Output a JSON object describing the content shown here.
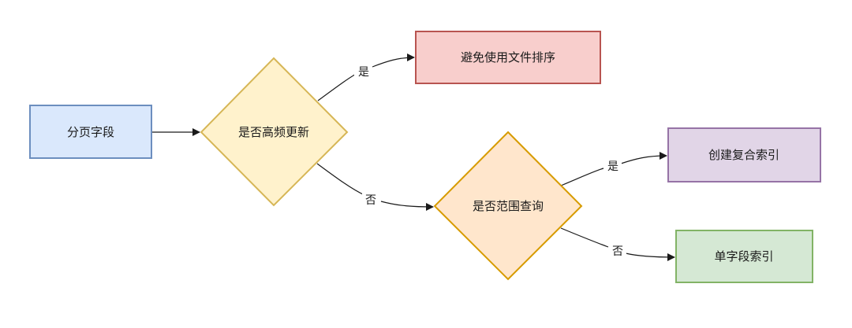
{
  "diagram": {
    "nodes": {
      "start": {
        "label": "分页字段",
        "fill": "#dae8fc",
        "stroke": "#6c8ebf"
      },
      "decision_update": {
        "label": "是否高频更新",
        "fill": "#fff2cc",
        "stroke": "#d6b656"
      },
      "avoid_filesort": {
        "label": "避免使用文件排序",
        "fill": "#f8cecc",
        "stroke": "#b85450"
      },
      "decision_range": {
        "label": "是否范围查询",
        "fill": "#ffe6cc",
        "stroke": "#d79b00"
      },
      "composite_index": {
        "label": "创建复合索引",
        "fill": "#e1d5e7",
        "stroke": "#9673a6"
      },
      "single_index": {
        "label": "单字段索引",
        "fill": "#d5e8d4",
        "stroke": "#82b366"
      }
    },
    "edges": {
      "update_yes": {
        "label": "是"
      },
      "update_no": {
        "label": "否"
      },
      "range_yes": {
        "label": "是"
      },
      "range_no": {
        "label": "否"
      }
    }
  }
}
